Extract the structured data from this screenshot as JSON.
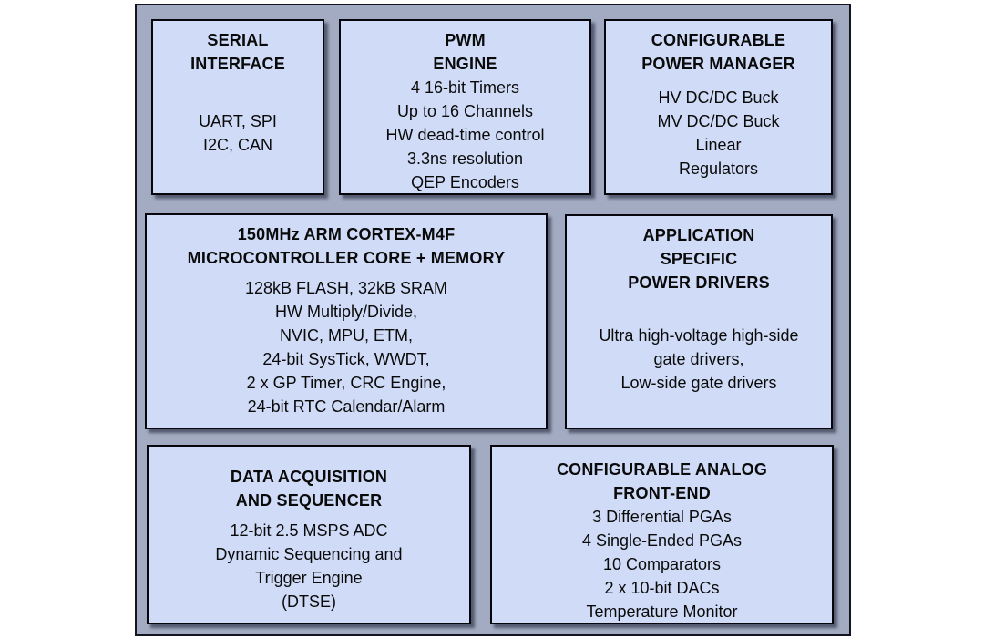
{
  "colors": {
    "container_fill": "#a2abc1",
    "container_border": "#14141f",
    "box_fill": "#d0dcf7",
    "box_border": "#06060c",
    "text": "#0a0a0a"
  },
  "boxes": [
    {
      "name": "serial-interface",
      "title": [
        "SERIAL",
        "INTERFACE"
      ],
      "body": [
        "UART, SPI",
        "I2C, CAN"
      ]
    },
    {
      "name": "pwm-engine",
      "title": [
        "PWM",
        "ENGINE"
      ],
      "body": [
        "4 16-bit Timers",
        "Up to 16 Channels",
        "HW dead-time control",
        "3.3ns resolution",
        "QEP Encoders"
      ]
    },
    {
      "name": "configurable-power-manager",
      "title": [
        "CONFIGURABLE",
        "POWER MANAGER"
      ],
      "body": [
        "HV DC/DC Buck",
        "MV DC/DC Buck",
        "Linear",
        "Regulators"
      ]
    },
    {
      "name": "microcontroller-core-memory",
      "title": [
        "150MHz ARM CORTEX-M4F",
        "MICROCONTROLLER CORE + MEMORY"
      ],
      "body": [
        "128kB FLASH, 32kB SRAM",
        "HW Multiply/Divide,",
        "NVIC, MPU, ETM,",
        "24-bit SysTick, WWDT,",
        "2 x GP Timer, CRC Engine,",
        "24-bit RTC Calendar/Alarm"
      ]
    },
    {
      "name": "application-specific-power-drivers",
      "title": [
        "APPLICATION",
        "SPECIFIC",
        "POWER DRIVERS"
      ],
      "body": [
        "Ultra high-voltage high-side",
        "gate drivers,",
        "Low-side gate drivers"
      ]
    },
    {
      "name": "data-acquisition-and-sequencer",
      "title": [
        "DATA ACQUISITION",
        "AND SEQUENCER"
      ],
      "body": [
        "12-bit 2.5 MSPS ADC",
        "Dynamic Sequencing and",
        "Trigger Engine",
        "(DTSE)"
      ]
    },
    {
      "name": "configurable-analog-front-end",
      "title": [
        "CONFIGURABLE ANALOG",
        "FRONT-END"
      ],
      "body": [
        "3 Differential PGAs",
        "4 Single-Ended PGAs",
        "10 Comparators",
        "2 x 10-bit DACs",
        "Temperature Monitor"
      ]
    }
  ]
}
